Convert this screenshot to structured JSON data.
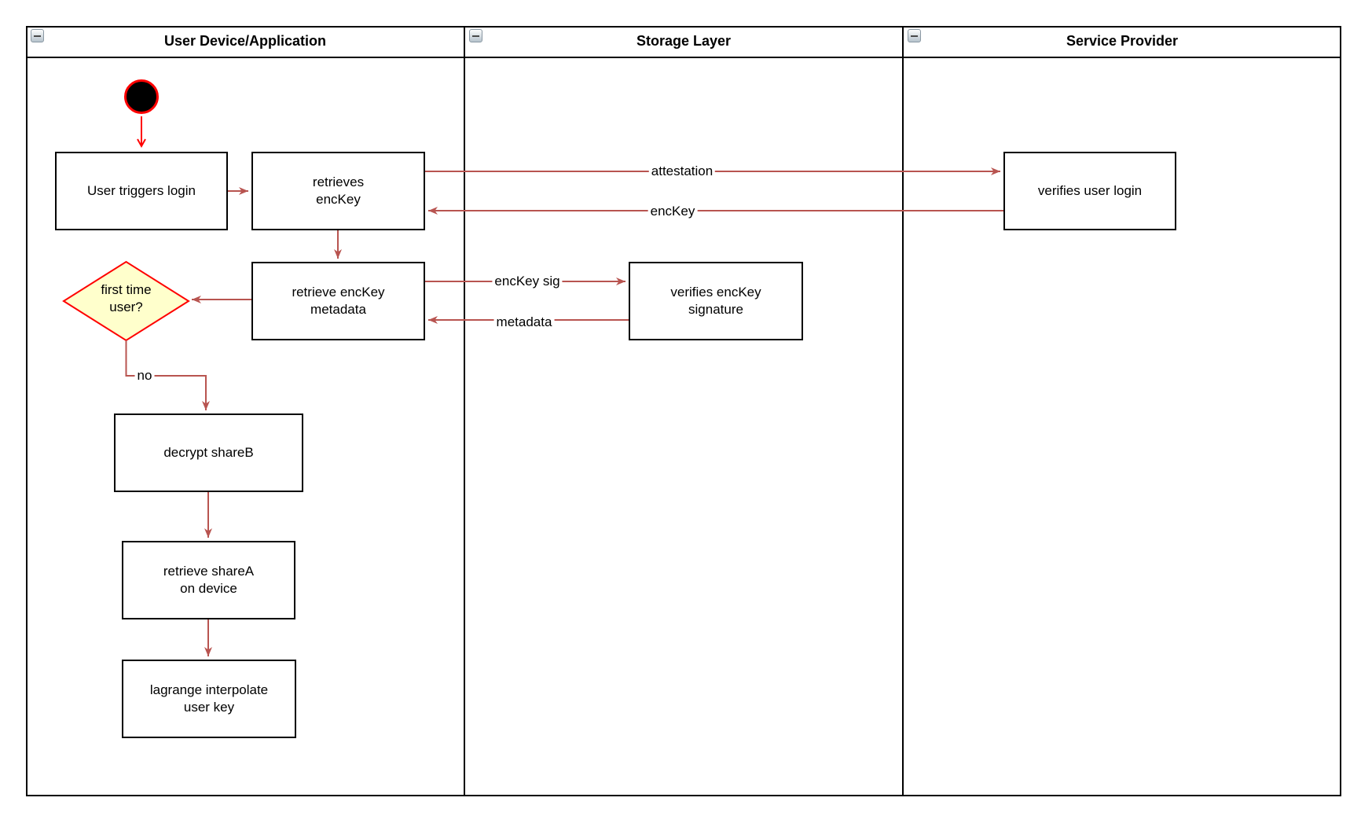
{
  "pool": {
    "lanes": [
      {
        "title": "User Device/Application"
      },
      {
        "title": "Storage Layer"
      },
      {
        "title": "Service Provider"
      }
    ]
  },
  "nodes": {
    "user_triggers_login": "User triggers login",
    "retrieves_enckey": "retrieves\nencKey",
    "retrieve_enckey_metadata": "retrieve encKey\nmetadata",
    "first_time_user": "first time\nuser?",
    "decrypt_shareb": "decrypt shareB",
    "retrieve_sharea": "retrieve shareA\non device",
    "lagrange_interpolate": "lagrange interpolate\nuser key",
    "verifies_enckey_signature": "verifies encKey\nsignature",
    "verifies_user_login": "verifies user login"
  },
  "edge_labels": {
    "attestation": "attestation",
    "enckey": "encKey",
    "enckey_sig": "encKey sig",
    "metadata": "metadata",
    "no": "no"
  },
  "colors": {
    "arrow_color": "#b85450",
    "accent_red": "#ff0000",
    "decision_fill": "#ffffcc"
  }
}
